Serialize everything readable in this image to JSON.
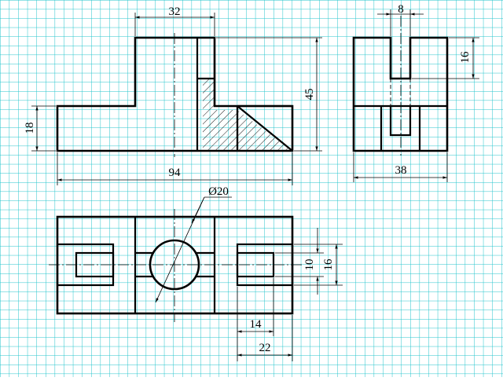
{
  "drawing": {
    "grid_color": "#22c4cc",
    "line_color": "#000000",
    "hatch_color": "#000000",
    "background": "#ffffff"
  },
  "dimensions": {
    "front_top_width": "32",
    "front_total_height": "45",
    "front_base_height": "18",
    "front_total_length": "94",
    "side_slot_width": "8",
    "side_slot_depth": "16",
    "side_width": "38",
    "top_hole_diameter": "Ø20",
    "top_slot_width": "10",
    "top_block_width": "16",
    "top_slot_length": "14",
    "top_block_length": "22"
  }
}
